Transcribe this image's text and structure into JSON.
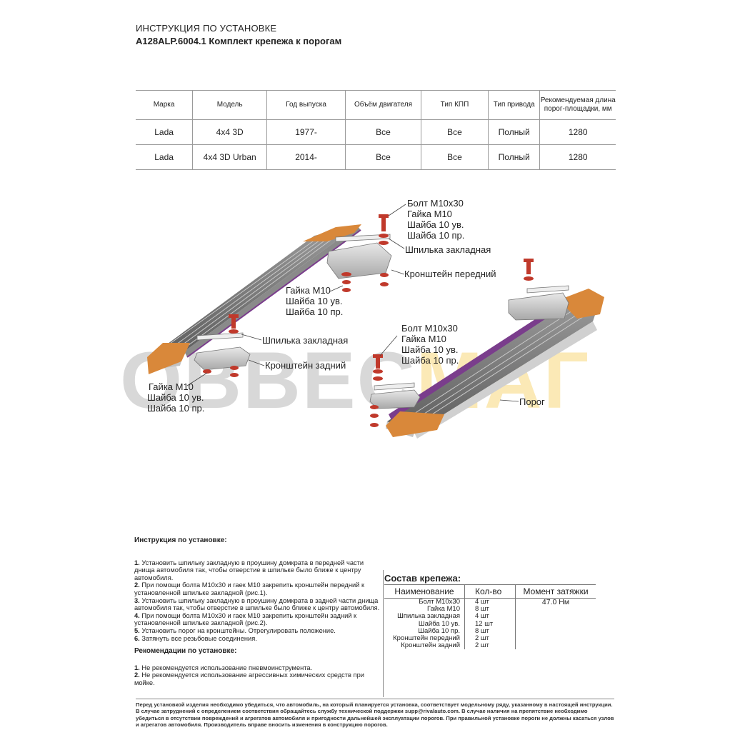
{
  "header": {
    "line1": "ИНСТРУКЦИЯ ПО УСТАНОВКЕ",
    "line2": "A128ALP.6004.1 Комплект крепежа к порогам"
  },
  "vehicle_table": {
    "columns": [
      "Марка",
      "Модель",
      "Год выпуска",
      "Объём двигателя",
      "Тип КПП",
      "Тип привода",
      "Рекомендуемая длина порог-площадки, мм"
    ],
    "rows": [
      [
        "Lada",
        "4x4 3D",
        "1977-",
        "Все",
        "Все",
        "Полный",
        "1280"
      ],
      [
        "Lada",
        "4x4 3D Urban",
        "2014-",
        "Все",
        "Все",
        "Полный",
        "1280"
      ]
    ]
  },
  "watermark": {
    "part1": "OBBEC",
    "part2": "MAГ"
  },
  "diagram": {
    "front_top_label": [
      "Болт М10х30",
      "Гайка М10",
      "Шайба 10 ув.",
      "Шайба 10 пр."
    ],
    "front_stud": "Шпилька закладная",
    "front_bracket": "Кронштейн передний",
    "front_bottom_label": [
      "Гайка М10",
      "Шайба 10 ув.",
      "Шайба 10 пр."
    ],
    "rear_stud": "Шпилька закладная",
    "rear_bracket": "Кронштейн задний",
    "rear_bottom_label": [
      "Гайка М10",
      "Шайба 10 ув.",
      "Шайба 10 пр."
    ],
    "right_top_label": [
      "Болт М10х30",
      "Гайка М10",
      "Шайба 10 ув.",
      "Шайба 10 пр."
    ],
    "threshold": "Порог",
    "colors": {
      "accent": "#d9883a",
      "bolt": "#c0392b",
      "bar": "#7a3d8c",
      "metal": "#c8c8c8"
    }
  },
  "instructions": {
    "title": "Инструкция по установке:",
    "steps": [
      {
        "num": "1.",
        "text": "Установить шпильку закладную в проушину домкрата в передней части днища автомобиля так, чтобы отверстие в шпильке было ближе к центру автомобиля."
      },
      {
        "num": "2.",
        "text": "При помощи болта М10х30 и гаек М10 закрепить кронштейн передний к установленной шпильке закладной (рис.1)."
      },
      {
        "num": "3.",
        "text": "Установить шпильку закладную в проушину домкрата в задней части днища автомобиля так, чтобы отверстие в шпильке было ближе к центру автомобиля."
      },
      {
        "num": "4.",
        "text": "При помощи болта М10х30 и гаек М10 закрепить кронштейн задний к установленной шпильке закладной (рис.2)."
      },
      {
        "num": "5.",
        "text": "Установить порог на кронштейны. Отрегулировать положение."
      },
      {
        "num": "6.",
        "text": "Затянуть все резьбовые соединения."
      }
    ],
    "rec_title": "Рекомендации по установке:",
    "recs": [
      {
        "num": "1.",
        "text": "Не рекомендуется использование пневмоинструмента."
      },
      {
        "num": "2.",
        "text": "Не рекомендуется использование агрессивных химических средств при мойке."
      }
    ]
  },
  "kit": {
    "title": "Состав крепежа:",
    "headers": [
      "Наименование",
      "Кол-во",
      "Момент затяжки"
    ],
    "rows": [
      [
        "Болт М10х30",
        "4 шт",
        "47.0 Нм"
      ],
      [
        "Гайка М10",
        "8 шт",
        ""
      ],
      [
        "Шпилька закладная",
        "4 шт",
        ""
      ],
      [
        "Шайба 10 ув.",
        "12 шт",
        ""
      ],
      [
        "Шайба 10 пр.",
        "8 шт",
        ""
      ],
      [
        "Кронштейн передний",
        "2 шт",
        ""
      ],
      [
        "Кронштейн задний",
        "2 шт",
        ""
      ]
    ]
  },
  "footer": {
    "text": "Перед установкой изделия необходимо убедиться, что автомобиль, на который планируется установка, соответствует модельному ряду, указанному в настоящей инструкции. В случае затруднений с определением соответствия обращайтесь службу технической поддержки supp@rivalauto.com. В случае наличия на препятствие необходимо убедиться в отсутствии повреждений и агрегатов автомобиля и пригодности дальнейшей эксплуатации порогов. При правильной установке пороги не должны касаться узлов и агрегатов автомобиля. Производитель вправе вносить изменения в конструкцию порогов."
  }
}
